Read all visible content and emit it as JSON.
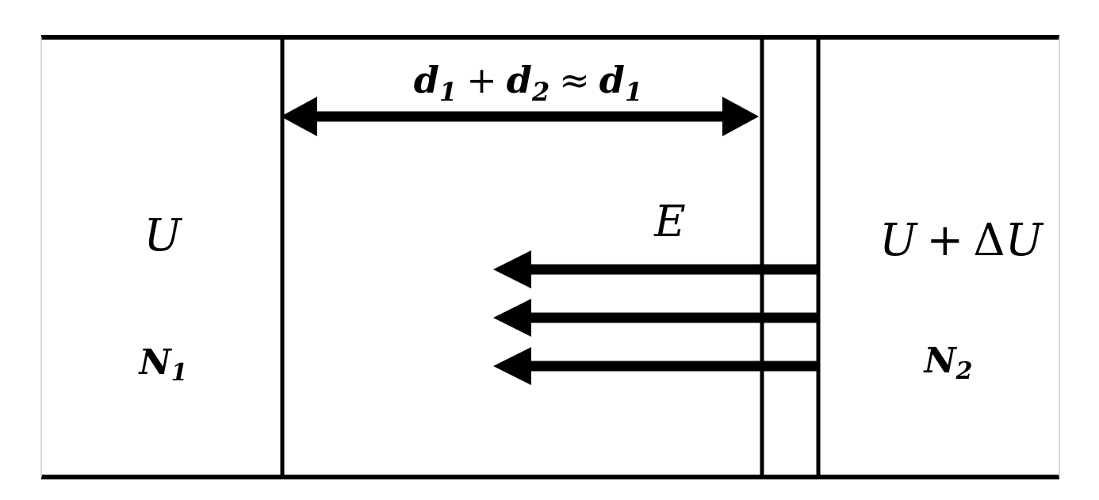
{
  "labels": {
    "distance": {
      "d": "d",
      "sub1": "1",
      "plus": "+",
      "d2": "d",
      "sub2": "2",
      "approx": "≈",
      "d3": "d",
      "sub3": "1"
    },
    "left_potential": "U",
    "field": "E",
    "right_potential": {
      "u": "U",
      "plus": "+",
      "delta": "Δ",
      "u2": "U"
    },
    "left_density": {
      "n": "N",
      "sub": "1"
    },
    "right_density": {
      "n": "N",
      "sub": "2"
    }
  },
  "colors": {
    "ink": "#000000",
    "background": "#ffffff"
  }
}
